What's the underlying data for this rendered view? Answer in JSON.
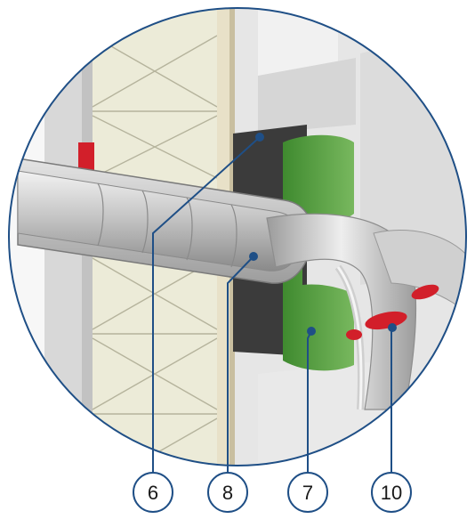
{
  "figure": {
    "colors": {
      "outline": "#1f4f86",
      "wall_insulation": "#ecebd8",
      "insulation_lines": "#b5b39c",
      "concrete": "#d9d9d9",
      "sleeve": "#bfbfbf",
      "tape_green": "#4f9a3c",
      "seal_red": "#d21f2a",
      "callout_line": "#1f4f86"
    },
    "callouts": [
      {
        "id": "c6",
        "label": "6"
      },
      {
        "id": "c8",
        "label": "8"
      },
      {
        "id": "c7",
        "label": "7"
      },
      {
        "id": "c10",
        "label": "10"
      }
    ]
  }
}
